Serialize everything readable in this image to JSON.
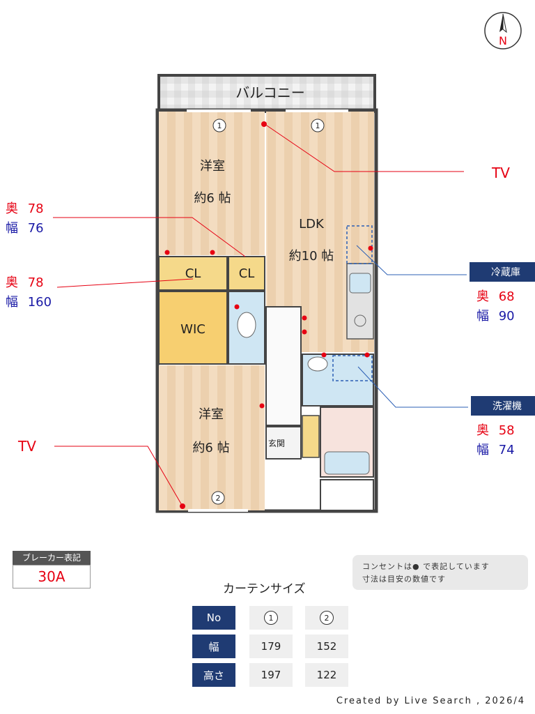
{
  "compass": {
    "label": "N"
  },
  "plan": {
    "balcony": "バルコニー",
    "room_western_top": "洋室",
    "room_western_top_size": "約6 帖",
    "ldk": "LDK",
    "ldk_size": "約10 帖",
    "cl1": "CL",
    "cl2": "CL",
    "wic": "WIC",
    "room_western_bottom": "洋室",
    "room_western_bottom_size": "約6 帖",
    "entrance": "玄関",
    "window1a": "1",
    "window1b": "1",
    "window2": "2"
  },
  "annotations": {
    "tv_top": "TV",
    "tv_left": "TV",
    "left1": {
      "depth_label": "奥",
      "depth": "78",
      "width_label": "幅",
      "width": "76"
    },
    "left2": {
      "depth_label": "奥",
      "depth": "78",
      "width_label": "幅",
      "width": "160"
    },
    "fridge": {
      "title": "冷蔵庫",
      "depth_label": "奥",
      "depth": "68",
      "width_label": "幅",
      "width": "90"
    },
    "washer": {
      "title": "洗濯機",
      "depth_label": "奥",
      "depth": "58",
      "width_label": "幅",
      "width": "74"
    }
  },
  "breaker": {
    "title": "ブレーカー表記",
    "value": "30A"
  },
  "notes": {
    "line1": "コンセントは● で表記しています",
    "line2": "寸法は目安の数値です"
  },
  "curtain": {
    "title": "カーテンサイズ",
    "header_no": "No",
    "header_1": "1",
    "header_2": "2",
    "row_width_label": "幅",
    "row_width_1": "179",
    "row_width_2": "152",
    "row_height_label": "高さ",
    "row_height_1": "197",
    "row_height_2": "122"
  },
  "footer": "Created by Live Search , 2026/4",
  "colors": {
    "accent_red": "#e60012",
    "accent_blue": "#1a1aa6",
    "navy": "#1f3b73"
  }
}
